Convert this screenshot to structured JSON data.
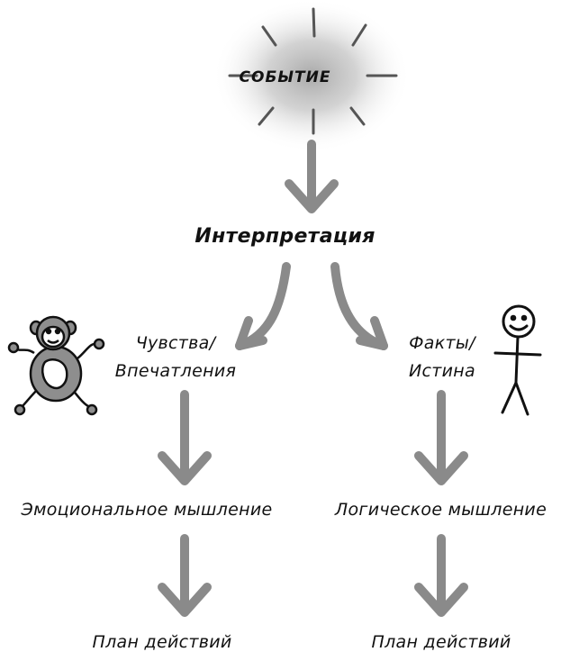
{
  "nodes": {
    "event": "СОБЫТИЕ",
    "interpretation": "Интерпретация",
    "feelings_line1": "Чувства/",
    "feelings_line2": "Впечатления",
    "facts_line1": "Факты/",
    "facts_line2": "Истина",
    "emotional_thinking": "Эмоциональное мышление",
    "logical_thinking": "Логическое мышление",
    "action_plan_left": "План действий",
    "action_plan_right": "План действий"
  },
  "icons": {
    "left_figure": "monkey-icon",
    "right_figure": "stick-figure-icon"
  },
  "colors": {
    "arrow": "#8a8a8a",
    "text": "#111111",
    "glow": "#9a9a9a",
    "monkey_body": "#8e8e8e"
  }
}
